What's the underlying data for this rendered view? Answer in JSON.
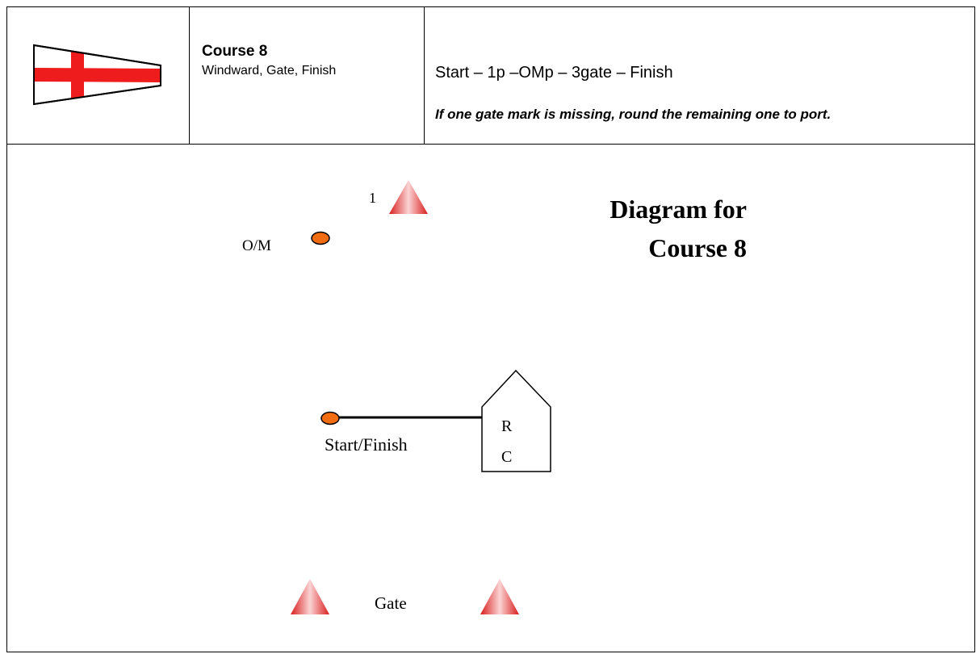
{
  "header": {
    "course_title": "Course 8",
    "course_subtitle": "Windward, Gate, Finish",
    "sequence": "Start – 1p –OMp – 3gate – Finish",
    "note": "If one gate mark is missing, round the remaining one to port."
  },
  "diagram": {
    "title_line1": "Diagram for",
    "title_line2": "Course 8",
    "mark_1_label": "1",
    "offset_mark_label": "O/M",
    "start_finish_label": "Start/Finish",
    "committee_boat_label_r": "R",
    "committee_boat_label_c": "C",
    "gate_label": "Gate"
  },
  "colors": {
    "flag_red": "#ee1c1c",
    "mark_red": "#e52a2a",
    "buoy_orange": "#f26d12"
  },
  "icons": [
    "flag-icon",
    "cone-mark-icon",
    "round-buoy-icon",
    "committee-boat-icon"
  ]
}
